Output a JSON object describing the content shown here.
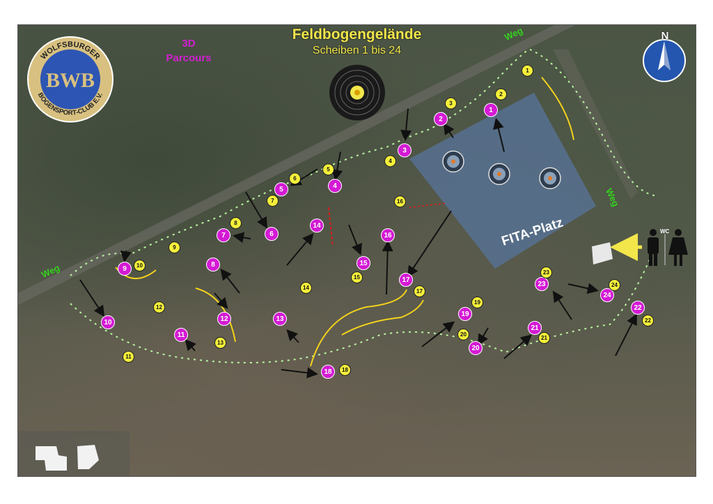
{
  "map": {
    "title": "Feldbogengelände",
    "subtitle": "Scheiben 1 bis 24",
    "parcours_line1": "3D",
    "parcours_line2": "Parcours",
    "fita_label": "FITA-Platz",
    "wc_label": "WC",
    "north_label": "N",
    "weg_labels": [
      "Weg",
      "Weg",
      "Weg"
    ],
    "logo_text_top": "WOLFSBURGER",
    "logo_text_bottom": "BOGENSPORT-CLUB E.V.",
    "logo_monogram": "BWB",
    "colors": {
      "title": "#f2e64a",
      "parcours": "#d21fd2",
      "stations_3d": "#d41ad4",
      "targets": "#f4ef3a",
      "weg": "#34d11e",
      "fita_field": "#56708f"
    },
    "icons": [
      "target-icon",
      "north-arrow-icon",
      "club-logo-icon",
      "wc-man-icon",
      "wc-woman-icon",
      "arrow-icon"
    ]
  },
  "stations_3d": [
    "1",
    "2",
    "3",
    "4",
    "5",
    "6",
    "7",
    "8",
    "9",
    "10",
    "11",
    "12",
    "13",
    "14",
    "15",
    "16",
    "17",
    "18",
    "19",
    "20",
    "21",
    "22",
    "23",
    "24"
  ],
  "targets": [
    "1",
    "2",
    "3",
    "4",
    "5",
    "6",
    "7",
    "8",
    "9",
    "10",
    "11",
    "12",
    "13",
    "14",
    "15",
    "16",
    "17",
    "18",
    "19",
    "20",
    "21",
    "22",
    "23",
    "24"
  ]
}
